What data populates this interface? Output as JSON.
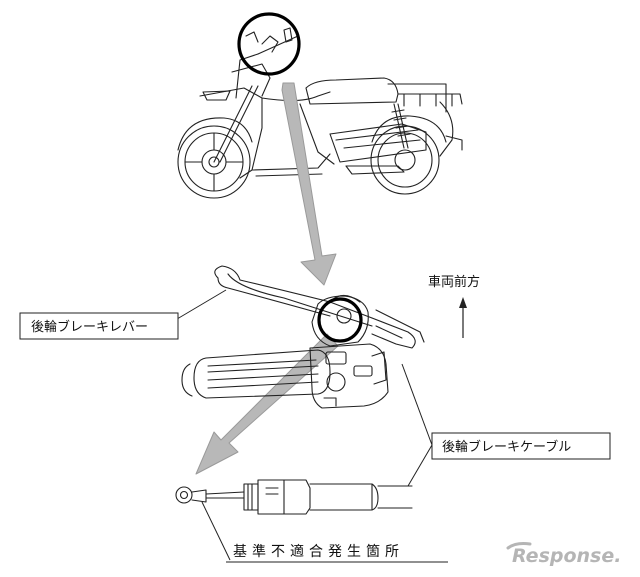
{
  "labels": {
    "rear_brake_lever": "後輪ブレーキレバー",
    "rear_brake_cable": "後輪ブレーキケーブル",
    "vehicle_front": "車両前方",
    "nonconformity_location": "基準不適合発生箇所"
  },
  "watermark": {
    "text": "Response."
  },
  "colors": {
    "line": "#222222",
    "arrow_fill": "#b8b8b8",
    "arrow_stroke": "#9a9a9a",
    "highlight_circle": "#000000",
    "watermark": "#b5b5b5"
  }
}
